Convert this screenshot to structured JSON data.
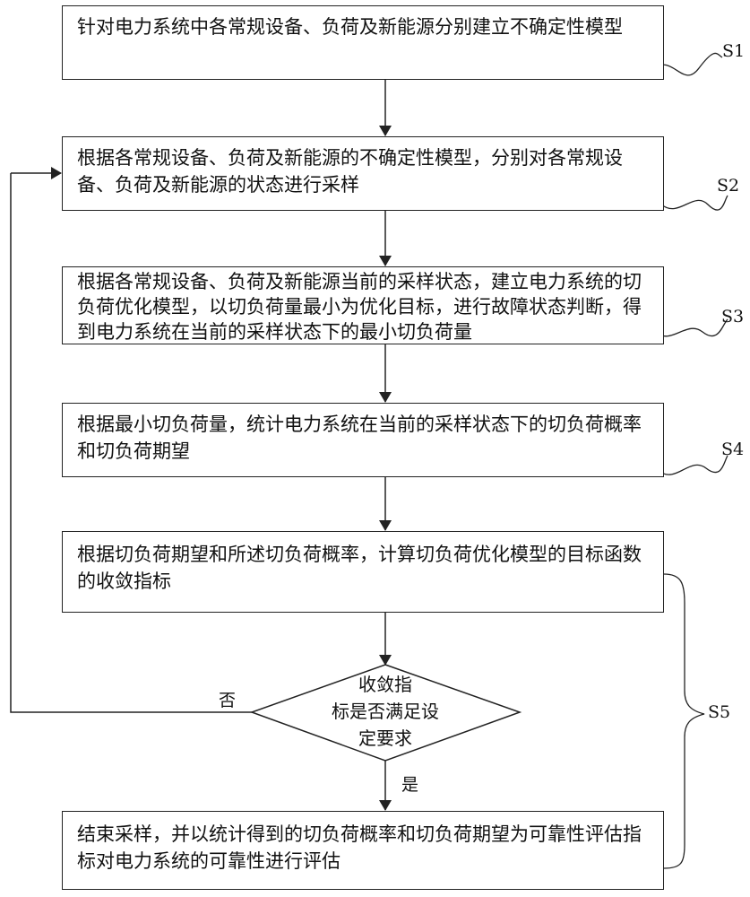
{
  "steps": [
    {
      "id": "S1",
      "text": "针对电力系统中各常规设备、负荷及新能源分别建立不确定性模型"
    },
    {
      "id": "S2",
      "text": "根据各常规设备、负荷及新能源的不确定性模型，分别对各常规设备、负荷及新能源的状态进行采样"
    },
    {
      "id": "S3",
      "text": "根据各常规设备、负荷及新能源当前的采样状态，建立电力系统的切负荷优化模型，以切负荷量最小为优化目标，进行故障状态判断，得到电力系统在当前的采样状态下的最小切负荷量"
    },
    {
      "id": "S4",
      "text": "根据最小切负荷量，统计电力系统在当前的采样状态下的切负荷概率和切负荷期望"
    },
    {
      "id": "S5a",
      "text": "根据切负荷期望和所述切负荷概率，计算切负荷优化模型的目标函数的收敛指标"
    },
    {
      "id": "S5c",
      "text": "结束采样，并以统计得到的切负荷概率和切负荷期望为可靠性评估指标对电力系统的可靠性进行评估"
    }
  ],
  "decision": {
    "line1": "收敛指",
    "line2": "标是否满足设",
    "line3": "定要求"
  },
  "branch": {
    "no": "否",
    "yes": "是"
  },
  "labels": {
    "s1": "S1",
    "s2": "S2",
    "s3": "S3",
    "s4": "S4",
    "s5": "S5"
  }
}
